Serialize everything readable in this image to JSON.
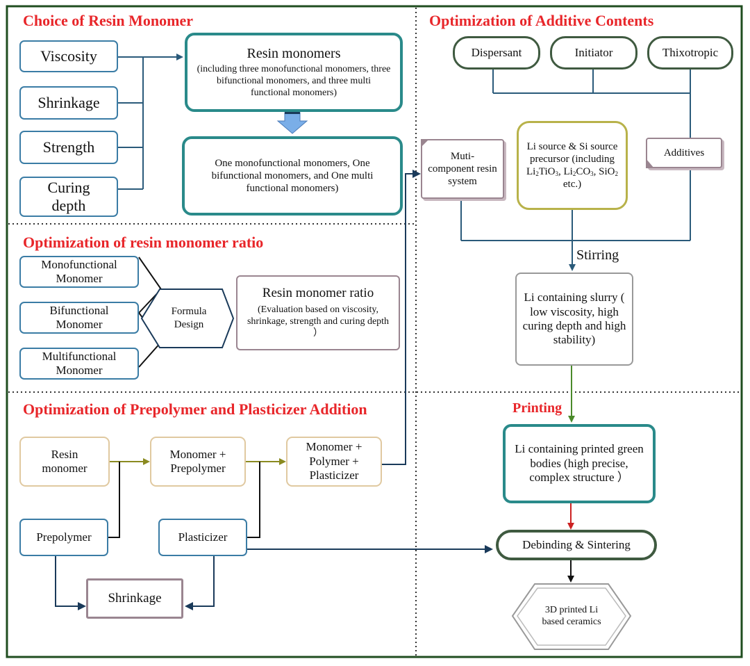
{
  "sections": {
    "choice_title": "Choice of Resin Monomer",
    "additive_title": "Optimization of Additive Contents",
    "ratio_title": "Optimization of resin monomer ratio",
    "prepolymer_title": "Optimization of Prepolymer and Plasticizer Addition",
    "printing_title": "Printing"
  },
  "choice": {
    "viscosity": "Viscosity",
    "shrinkage": "Shrinkage",
    "strength": "Strength",
    "curing_depth": "Curing depth",
    "resin_title": "Resin monomers",
    "resin_detail": "(including three monofunctional monomers, three bifunctional monomers, and three multi functional monomers)",
    "selected": "One monofunctional monomers, One bifunctional monomers, and One multi functional monomers)"
  },
  "ratio": {
    "mono": "Monofunctional Monomer",
    "bi": "Bifunctional Monomer",
    "multi": "Multifunctional Monomer",
    "formula": "Formula Design",
    "ratio_title": "Resin monomer ratio",
    "ratio_detail": "(Evaluation based on viscosity, shrinkage, strength and curing depth ）"
  },
  "prepolymer": {
    "resin_monomer": "Resin monomer",
    "mono_pre": "Monomer + Prepolymer",
    "mono_poly_plast": "Monomer + Polymer + Plasticizer",
    "prepolymer": "Prepolymer",
    "plasticizer": "Plasticizer",
    "shrinkage": "Shrinkage"
  },
  "additive": {
    "dispersant": "Dispersant",
    "initiator": "Initiator",
    "thixotropic": "Thixotropic",
    "multi_component": "Muti-component resin system",
    "li_source_a": "Li source & Si source precursor (including Li",
    "li_source_b": "TiO",
    "li_source_c": ", Li",
    "li_source_d": "CO",
    "li_source_e": ", SiO",
    "li_source_f": " etc.)",
    "sub2": "2",
    "sub3": "3",
    "additives": "Additives",
    "stirring": "Stirring",
    "slurry": "Li containing slurry ( low viscosity, high curing depth and high stability)"
  },
  "printing": {
    "green_bodies": "Li containing printed green bodies (high precise, complex structure ）",
    "debinding": "Debinding & Sintering",
    "ceramics": "3D printed Li based ceramics"
  },
  "colors": {
    "frame": "#1f4d1f",
    "title_red": "#e8262a",
    "blue_border": "#3a7ca5",
    "teal_border": "#2a8a8a",
    "tan_border": "#e0c9a0",
    "arrow_olive": "#8a8a20",
    "arrow_green": "#4a8a2a",
    "arrow_red": "#cc2222"
  }
}
